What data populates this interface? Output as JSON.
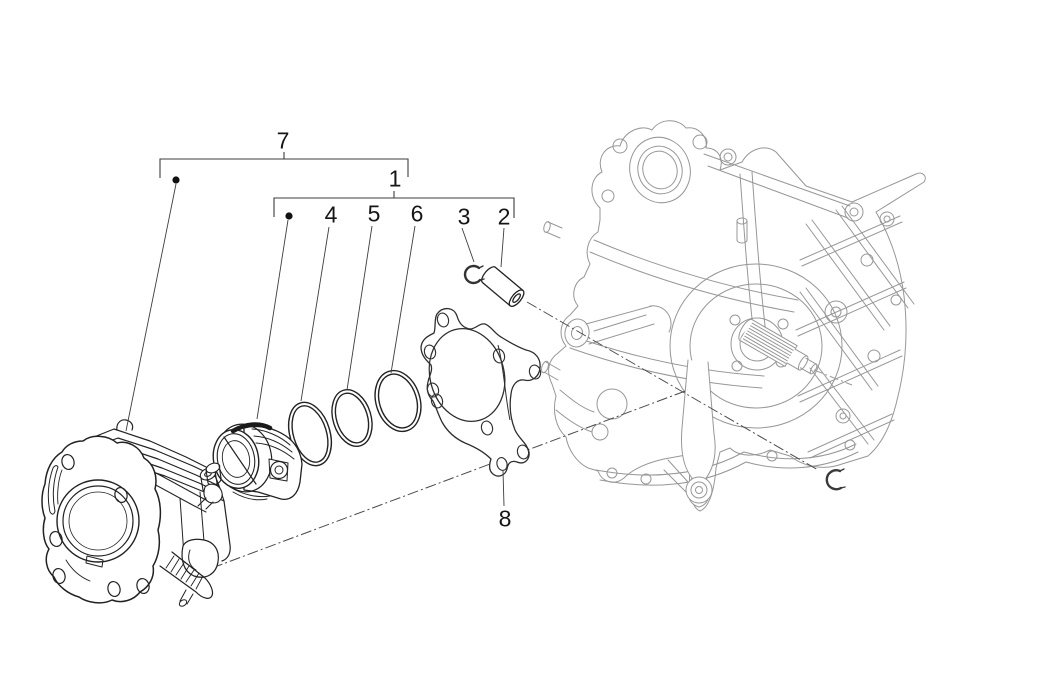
{
  "colors": {
    "background": "#ffffff",
    "foreground_line": "#222222",
    "callout_line": "#3d3d3d",
    "background_part_line": "#979797",
    "label_text": "#161616"
  },
  "callouts": {
    "c7": "7",
    "c1": "1",
    "c4": "4",
    "c5": "5",
    "c6": "6",
    "c3": "3",
    "c2": "2",
    "c8": "8"
  }
}
